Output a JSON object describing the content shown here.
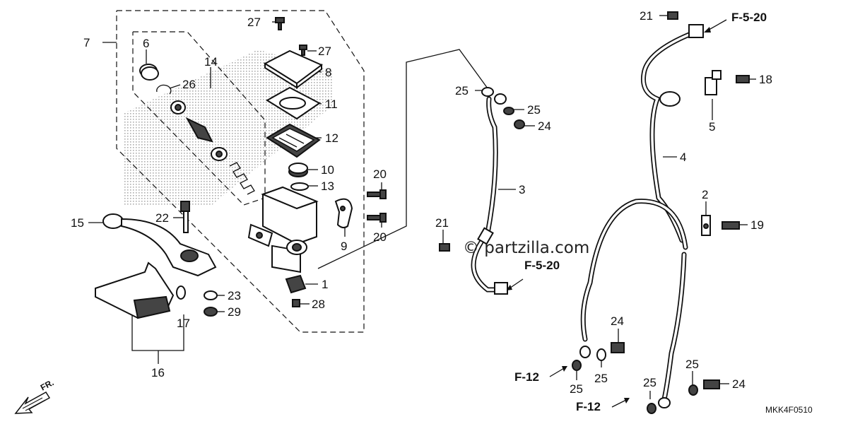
{
  "diagram": {
    "watermark": "© partzilla.com",
    "diagram_code": "MKK4F0510",
    "front_indicator": "FR."
  },
  "callouts": [
    {
      "id": "c27a",
      "label": "27"
    },
    {
      "id": "c27b",
      "label": "27"
    },
    {
      "id": "c7",
      "label": "7"
    },
    {
      "id": "c6",
      "label": "6"
    },
    {
      "id": "c14",
      "label": "14"
    },
    {
      "id": "c26",
      "label": "26"
    },
    {
      "id": "c8",
      "label": "8"
    },
    {
      "id": "c11",
      "label": "11"
    },
    {
      "id": "c12",
      "label": "12"
    },
    {
      "id": "c10",
      "label": "10"
    },
    {
      "id": "c13",
      "label": "13"
    },
    {
      "id": "c9",
      "label": "9"
    },
    {
      "id": "c20a",
      "label": "20"
    },
    {
      "id": "c20b",
      "label": "20"
    },
    {
      "id": "c22",
      "label": "22"
    },
    {
      "id": "c15",
      "label": "15"
    },
    {
      "id": "c1",
      "label": "1"
    },
    {
      "id": "c28",
      "label": "28"
    },
    {
      "id": "c23",
      "label": "23"
    },
    {
      "id": "c29",
      "label": "29"
    },
    {
      "id": "c17",
      "label": "17"
    },
    {
      "id": "c16",
      "label": "16"
    },
    {
      "id": "c25a",
      "label": "25"
    },
    {
      "id": "c25b",
      "label": "25"
    },
    {
      "id": "c24a",
      "label": "24"
    },
    {
      "id": "c3",
      "label": "3"
    },
    {
      "id": "c21a",
      "label": "21"
    },
    {
      "id": "c21b",
      "label": "21"
    },
    {
      "id": "c18",
      "label": "18"
    },
    {
      "id": "c5",
      "label": "5"
    },
    {
      "id": "c4",
      "label": "4"
    },
    {
      "id": "c2",
      "label": "2"
    },
    {
      "id": "c19",
      "label": "19"
    },
    {
      "id": "c24b",
      "label": "24"
    },
    {
      "id": "c25c",
      "label": "25"
    },
    {
      "id": "c25d",
      "label": "25"
    },
    {
      "id": "c25e",
      "label": "25"
    },
    {
      "id": "c25f",
      "label": "25"
    },
    {
      "id": "c24c",
      "label": "24"
    }
  ],
  "references": [
    {
      "id": "r1",
      "label": "F-5-20"
    },
    {
      "id": "r2",
      "label": "F-5-20"
    },
    {
      "id": "r3",
      "label": "F-12"
    },
    {
      "id": "r4",
      "label": "F-12"
    }
  ]
}
